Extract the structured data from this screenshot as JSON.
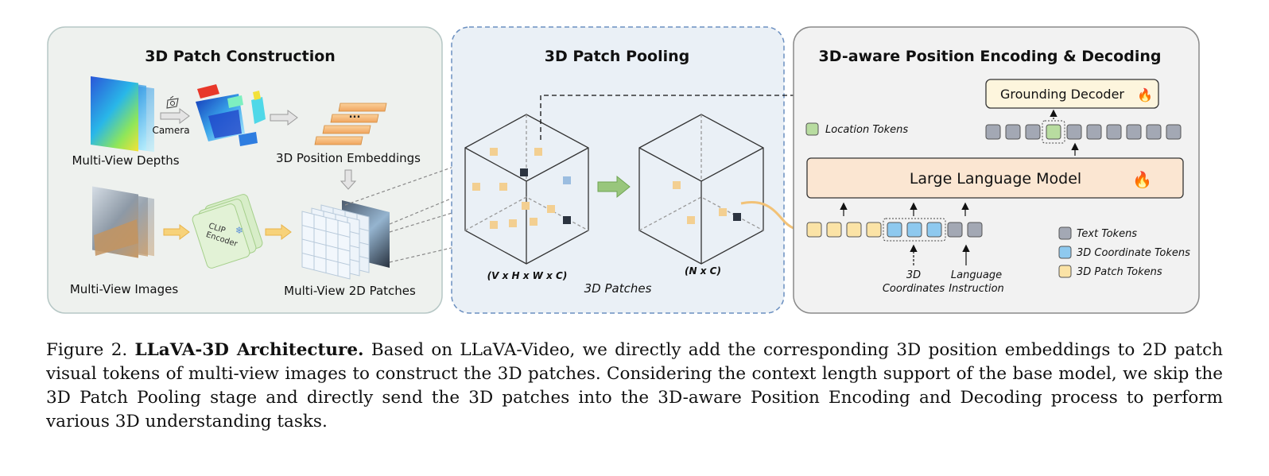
{
  "panels": {
    "construction": {
      "title": "3D Patch Construction",
      "camera_label": "Camera",
      "depths_label": "Multi-View Depths",
      "pos_embed_label": "3D Position Embeddings",
      "pos_embed_dots": "...",
      "images_label": "Multi-View Images",
      "clip_label_line1": "CLIP",
      "clip_label_line2": "Encoder",
      "patches_label": "Multi-View 2D Patches"
    },
    "pooling": {
      "title": "3D Patch Pooling",
      "input_shape": "(V x H x W x C)",
      "output_shape": "(N x C)",
      "patches_label": "3D Patches"
    },
    "encoding": {
      "title": "3D-aware Position Encoding & Decoding",
      "grounding_decoder": "Grounding Decoder",
      "location_tokens": "Location Tokens",
      "llm": "Large Language Model",
      "coords_line1": "3D",
      "coords_line2": "Coordinates",
      "lang_line1": "Language",
      "lang_line2": "Instruction",
      "legend": [
        {
          "label": "Text Tokens",
          "color": "#a3a8b4"
        },
        {
          "label": "3D Coordinate Tokens",
          "color": "#8ec9ef"
        },
        {
          "label": "3D Patch Tokens",
          "color": "#fbe3a6"
        }
      ]
    }
  },
  "caption": {
    "label": "Figure 2.",
    "title": "LLaVA-3D Architecture.",
    "text": "Based on LLaVA-Video, we directly add the corresponding 3D position embeddings to 2D patch visual tokens of multi-view images to construct the 3D patches. Considering the context length support of the base model, we skip the 3D Patch Pooling stage and directly send the 3D patches into the 3D-aware Position Encoding and Decoding process to perform various 3D understanding tasks."
  },
  "colors": {
    "panel1_bg": "#eef1ee",
    "panel2_bg": "#eaf0f6",
    "panel3_bg": "#f2f2f2",
    "llm_fill": "#fbe6d2",
    "decoder_fill": "#fdf5dd",
    "location_token": "#b8dca0",
    "arrow_yellow": "#f7d27a",
    "arrow_green": "#98c67c"
  },
  "icons": [
    "fire-icon",
    "snowflake-icon",
    "camera-icon"
  ]
}
